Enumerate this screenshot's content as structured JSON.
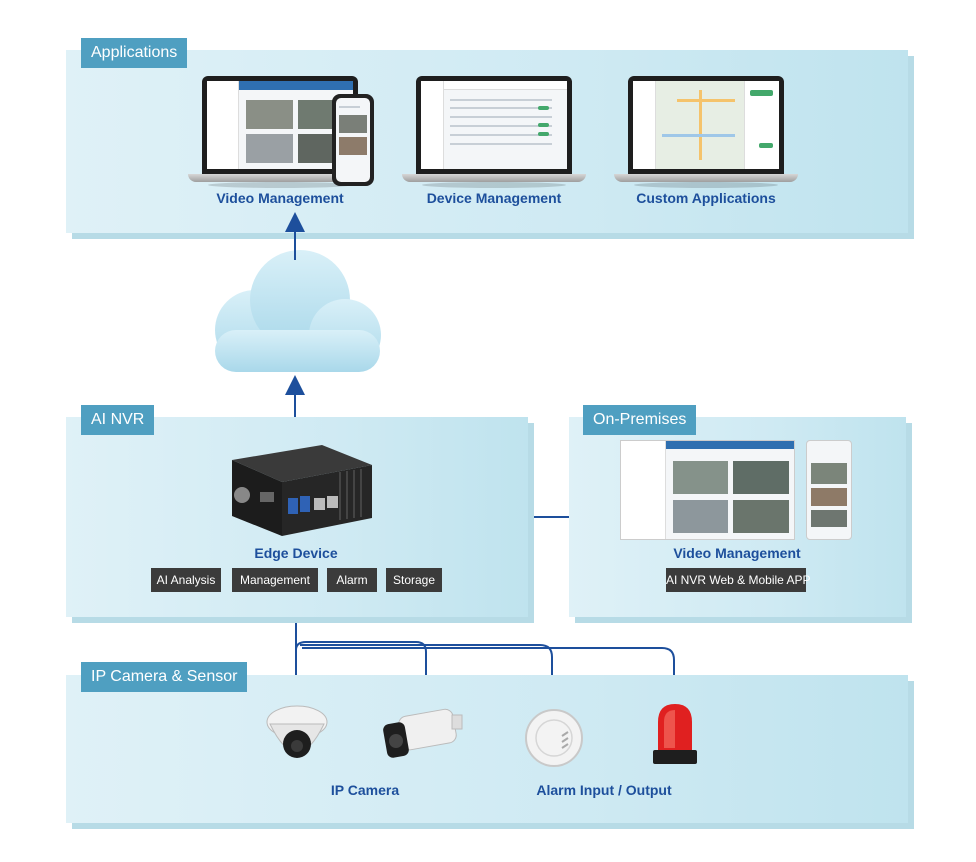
{
  "sections": {
    "applications": {
      "tag": "Applications"
    },
    "ai_nvr": {
      "tag": "AI NVR"
    },
    "on_premises": {
      "tag": "On-Premises"
    },
    "ip_camera": {
      "tag": "IP Camera & Sensor"
    }
  },
  "applications": {
    "items": [
      "Video Management",
      "Device Management",
      "Custom Applications"
    ]
  },
  "edge": {
    "label": "Edge Device",
    "features": [
      "AI Analysis",
      "Management",
      "Alarm",
      "Storage"
    ]
  },
  "on_prem": {
    "label": "Video Management",
    "sublabel": "AI NVR Web & Mobile APP"
  },
  "devices": {
    "camera_label": "IP Camera",
    "alarm_label": "Alarm Input / Output"
  },
  "colors": {
    "panel": "#d4edf5",
    "tag": "#4f9fc1",
    "label": "#1d4f9c",
    "arrow": "#1d4f9c",
    "chip": "#3b3b3b"
  }
}
